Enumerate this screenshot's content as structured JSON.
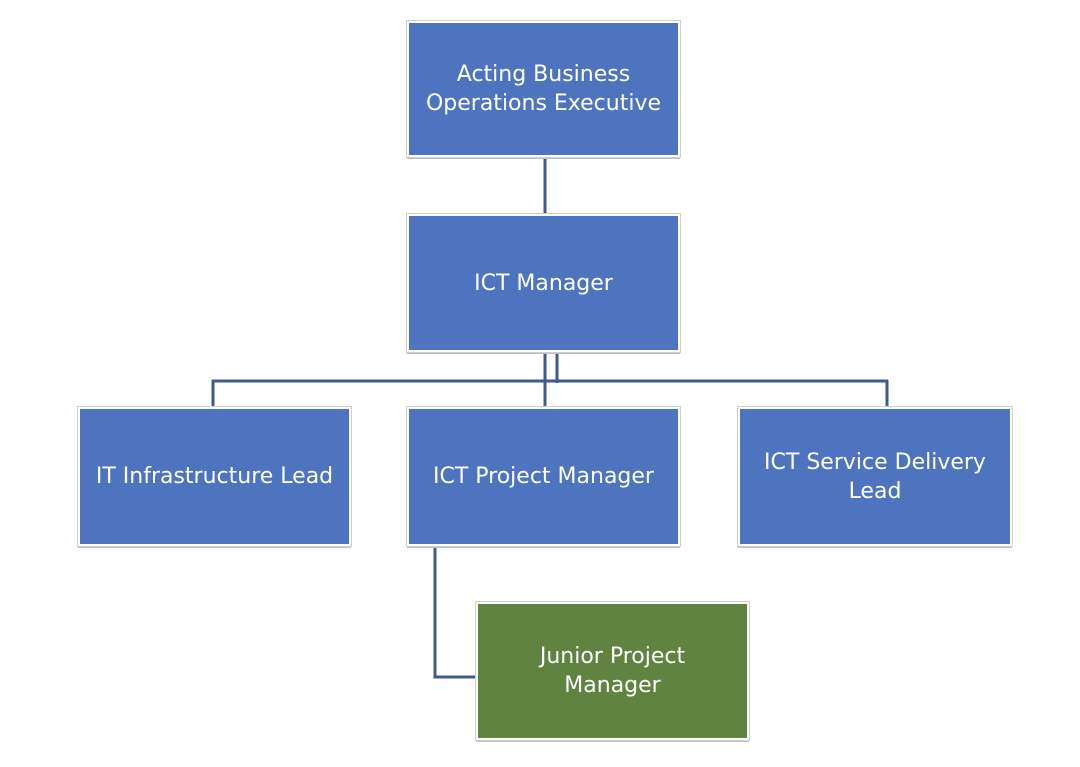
{
  "org_chart": {
    "exec": {
      "label": "Acting Business\nOperations Executive",
      "color": "#4e74bf"
    },
    "ict_manager": {
      "label": "ICT Manager",
      "color": "#4e74bf"
    },
    "infra_lead": {
      "label": "IT Infrastructure Lead",
      "color": "#4e74bf"
    },
    "project_manager": {
      "label": "ICT Project Manager",
      "color": "#4e74bf"
    },
    "service_delivery_lead": {
      "label": "ICT Service Delivery\nLead",
      "color": "#4e74bf"
    },
    "junior_pm": {
      "label": "Junior Project Manager",
      "color": "#5f8340"
    },
    "connector_color": "#3f5a8e"
  }
}
